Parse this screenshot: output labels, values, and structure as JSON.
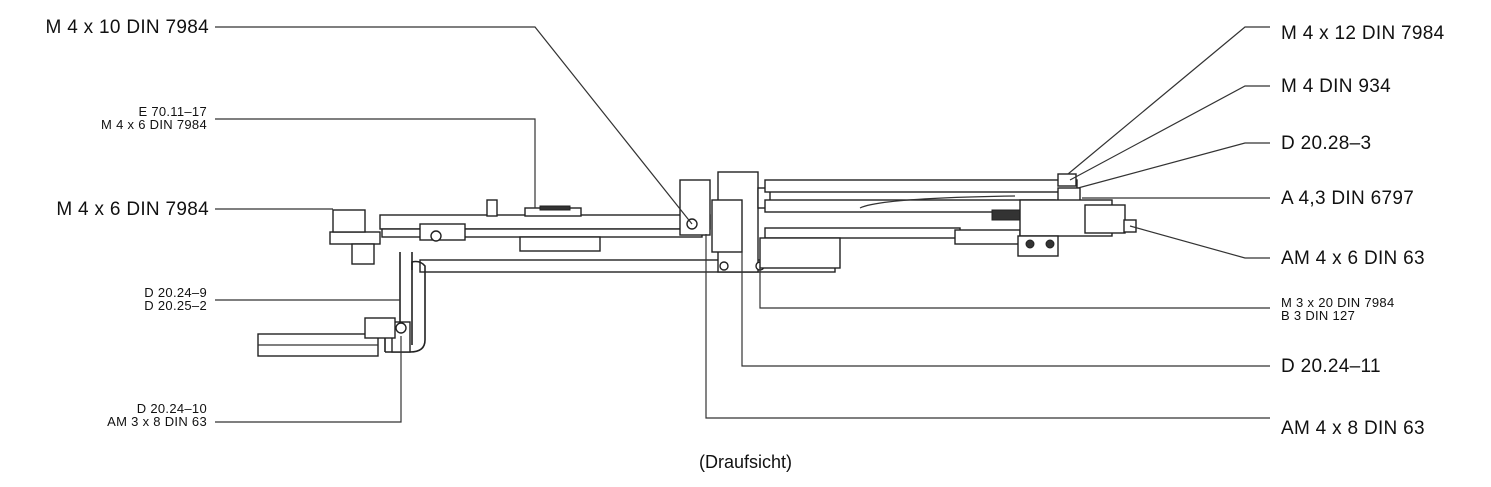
{
  "caption": "(Draufsicht)",
  "labels_left": {
    "l1": [
      "M 4 x 10 DIN 7984"
    ],
    "l2": [
      "E 70.11–17",
      "M 4 x 6 DIN 7984"
    ],
    "l3": [
      "M 4 x 6 DIN 7984"
    ],
    "l4": [
      "D 20.24–9",
      "D 20.25–2"
    ],
    "l5": [
      "D 20.24–10",
      "AM 3 x 8 DIN 63"
    ]
  },
  "labels_right": {
    "r1": [
      "M 4 x 12 DIN 7984"
    ],
    "r2": [
      "M 4 DIN 934"
    ],
    "r3": [
      "D 20.28–3"
    ],
    "r4": [
      "A 4,3 DIN 6797"
    ],
    "r5": [
      "AM 4 x 6 DIN 63"
    ],
    "r6": [
      "M 3 x 20 DIN 7984",
      "B 3 DIN 127"
    ],
    "r7": [
      "D 20.24–11"
    ],
    "r8": [
      "AM 4 x 8 DIN 63"
    ]
  }
}
